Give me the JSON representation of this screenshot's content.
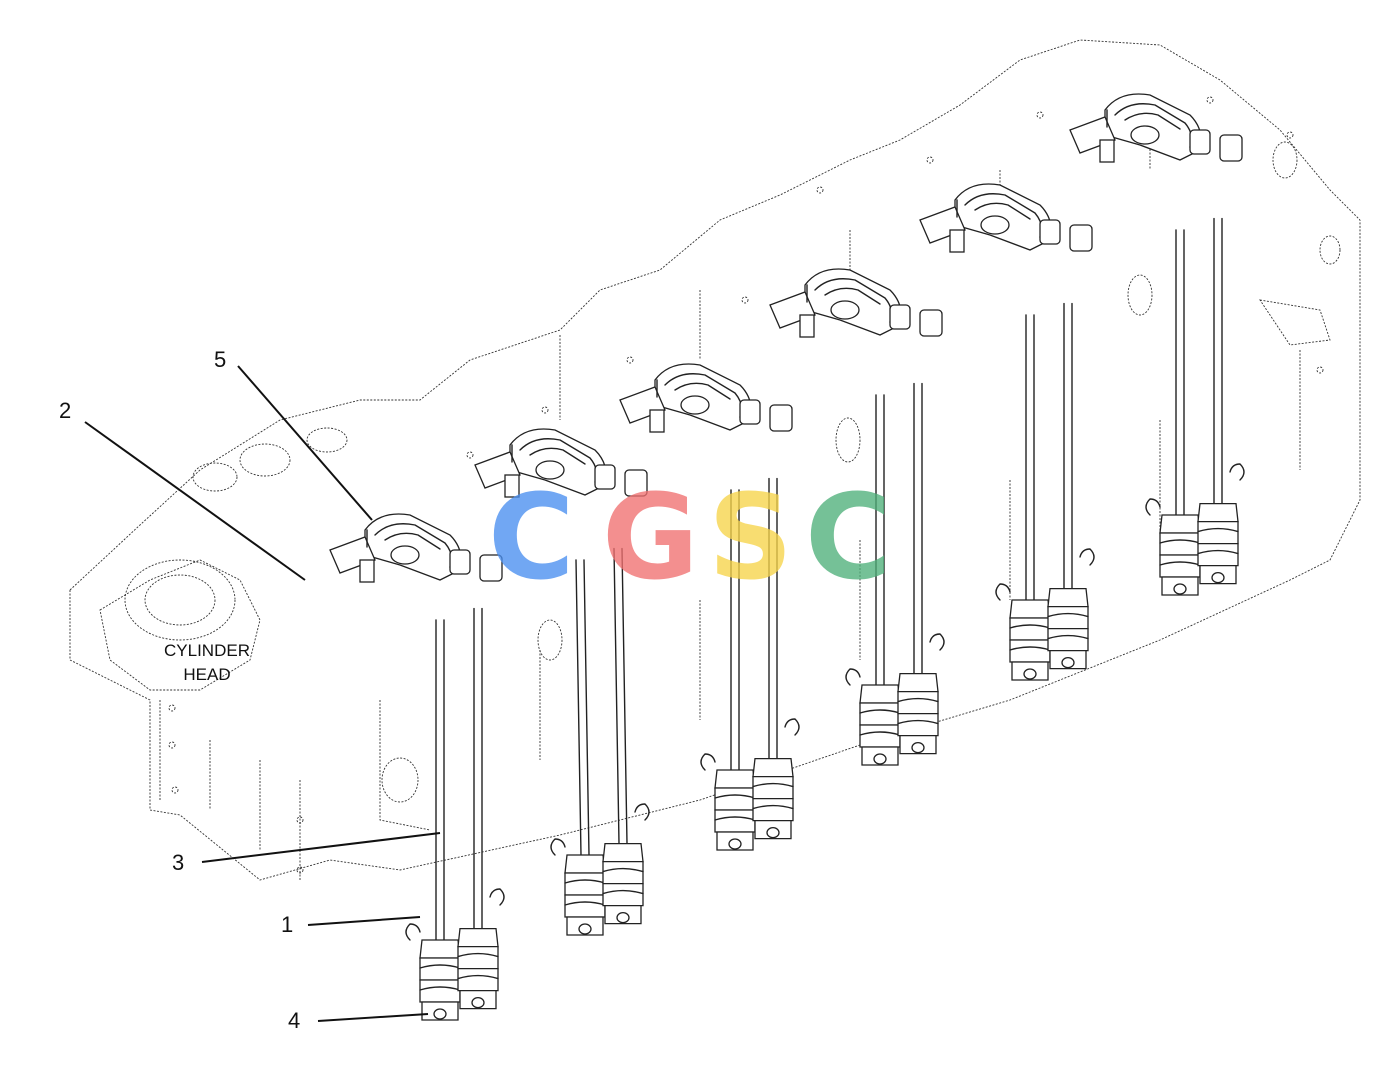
{
  "diagram": {
    "region_label": [
      "CYLINDER",
      "HEAD"
    ],
    "callouts": [
      "5",
      "2",
      "3",
      "1",
      "4"
    ],
    "watermark": {
      "letters": [
        "C",
        "G",
        "S",
        "C"
      ],
      "colors": [
        "#4a8ff0",
        "#f07070",
        "#f7d44a",
        "#4fb07a"
      ]
    }
  }
}
